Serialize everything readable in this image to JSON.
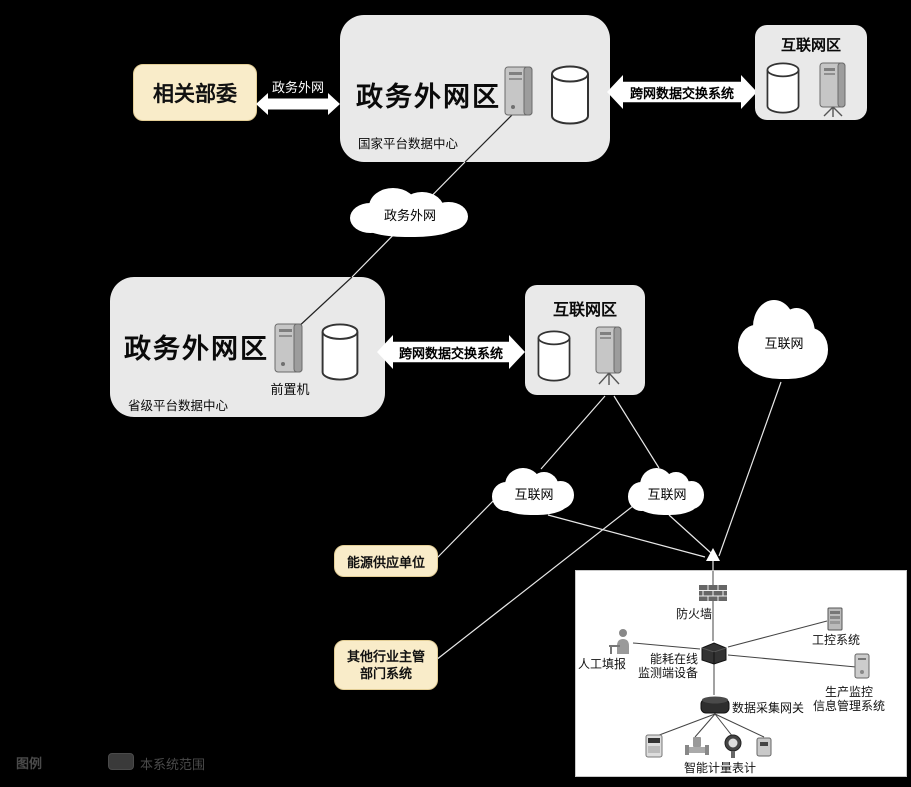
{
  "top": {
    "ministries_label": "相关部委",
    "link_label": "政务外网",
    "national_zone": {
      "title": "政务外网区",
      "caption": "国家平台数据中心"
    },
    "exchange_arrow": "跨网数据交换系统",
    "internet_zone": {
      "title": "互联网区"
    }
  },
  "middle": {
    "cloud": "政务外网",
    "provincial_zone": {
      "title": "政务外网区",
      "front_end": "前置机",
      "caption": "省级平台数据中心"
    },
    "exchange_arrow": "跨网数据交换系统",
    "internet_zone": {
      "title": "互联网区"
    },
    "cloud_internet": "互联网"
  },
  "lower": {
    "cloud_internet_left": "互联网",
    "cloud_internet_right": "互联网",
    "energy_supplier": "能源供应单位",
    "other_industry": {
      "line1": "其他行业主管",
      "line2": "部门系统"
    }
  },
  "enterprise_panel": {
    "firewall": "防火墙",
    "monitor_device": {
      "line1": "能耗在线",
      "line2": "监测端设备"
    },
    "manual_report": "人工填报",
    "industrial_control": "工控系统",
    "production_system": {
      "line1": "生产监控",
      "line2": "信息管理系统"
    },
    "gateway": "数据采集网关",
    "meters": "智能计量表计"
  },
  "legend": {
    "title": "图例",
    "scope_label": "本系统范围"
  },
  "colors": {
    "background": "#000000",
    "zone_box": "#E9E9E9",
    "highlight_box": "#F9ECC9",
    "highlight_border": "#E3CE96",
    "arrow": "#FFFFFF",
    "wire": "#E8E8E8",
    "panel_bg": "#FFFFFF"
  },
  "icons": {
    "server": "server-tower-icon",
    "database": "database-cylinder-icon",
    "cloud": "network-cloud",
    "firewall": "firewall-brick-icon",
    "person": "operator-person-icon",
    "gateway": "gateway-device-icon",
    "monitor_device": "monitor-terminal-icon",
    "meter": "smart-meter-icon"
  }
}
